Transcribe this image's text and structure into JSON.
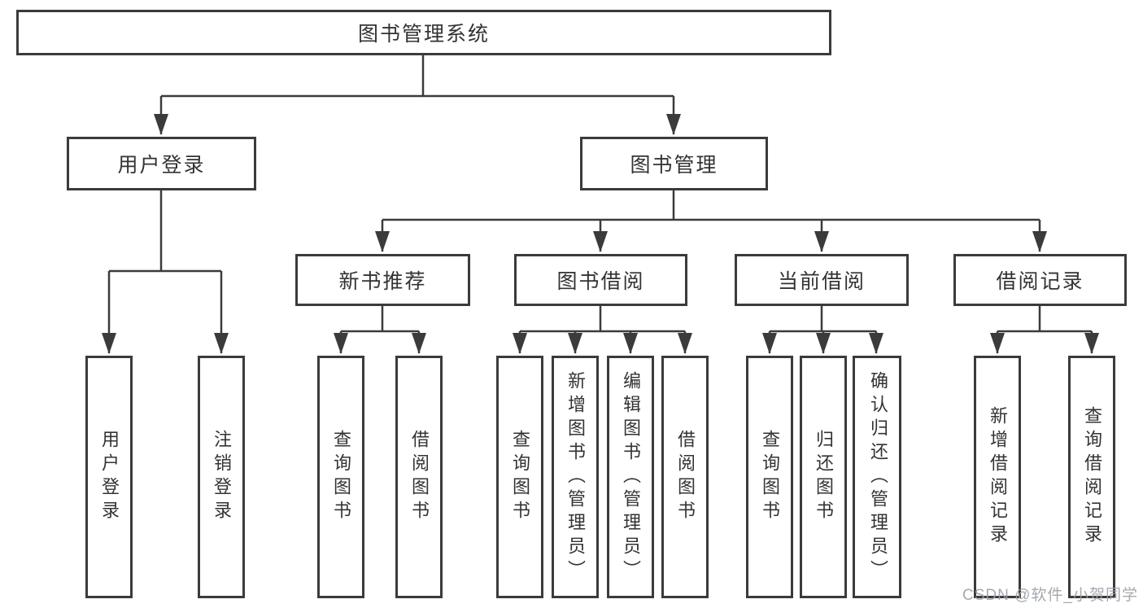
{
  "diagram": {
    "title": "图书管理系统",
    "branches": {
      "user_login": {
        "label": "用户登录",
        "children": [
          "用户登录",
          "注销登录"
        ]
      },
      "book_management": {
        "label": "图书管理",
        "sections": [
          {
            "label": "新书推荐",
            "children": [
              "查询图书",
              "借阅图书"
            ]
          },
          {
            "label": "图书借阅",
            "children": [
              "查询图书",
              "新增图书（管理员）",
              "编辑图书（管理员）",
              "借阅图书"
            ]
          },
          {
            "label": "当前借阅",
            "children": [
              "查询图书",
              "归还图书",
              "确认归还（管理员）"
            ]
          },
          {
            "label": "借阅记录",
            "children": [
              "新增借阅记录",
              "查询借阅记录"
            ]
          }
        ]
      }
    },
    "colors": {
      "line": "#3b3b3b",
      "text": "#333333",
      "background": "#ffffff",
      "watermark": "#9ba0a7"
    }
  },
  "watermark": {
    "text": "CSDN @软件_小贺同学"
  }
}
